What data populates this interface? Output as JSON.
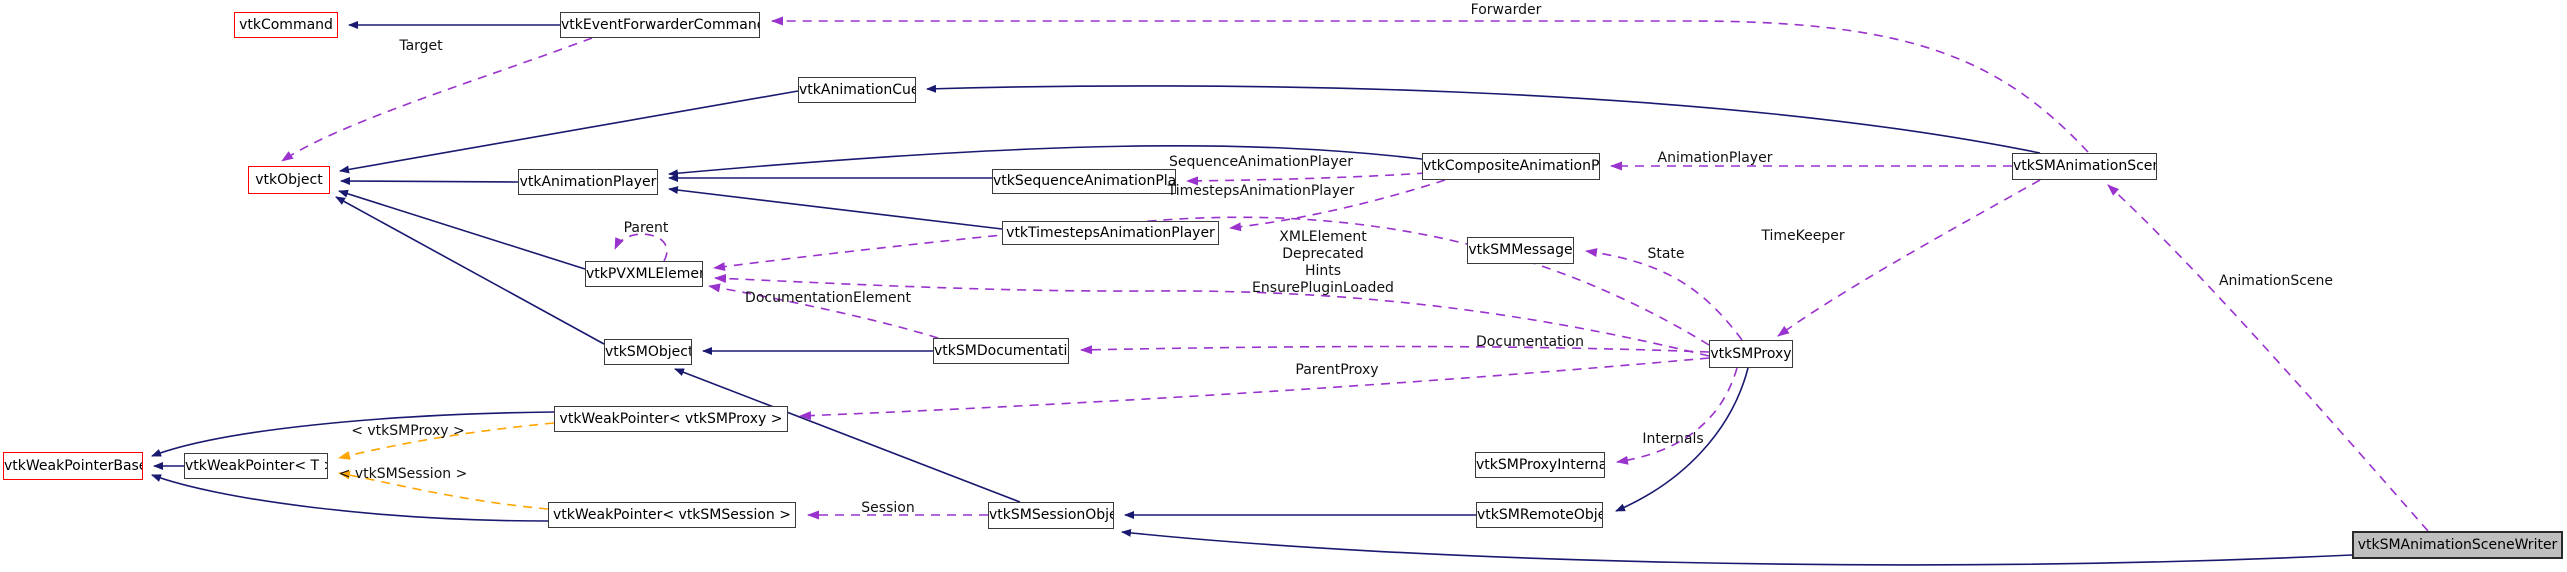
{
  "diagram": {
    "kind": "class-collaboration-graph",
    "colors": {
      "inherit": "#191970",
      "usage": "#9a32cd",
      "template": "#ffa500",
      "highlight": "#ff0000",
      "current-fill": "#bfbfbf"
    },
    "nodes": [
      {
        "label": "vtkCommand",
        "style": "red"
      },
      {
        "label": "vtkEventForwarderCommand",
        "style": "normal"
      },
      {
        "label": "vtkAnimationCue",
        "style": "normal"
      },
      {
        "label": "vtkObject",
        "style": "red"
      },
      {
        "label": "vtkAnimationPlayer",
        "style": "normal"
      },
      {
        "label": "vtkSequenceAnimationPlayer",
        "style": "normal"
      },
      {
        "label": "vtkTimestepsAnimationPlayer",
        "style": "normal"
      },
      {
        "label": "vtkCompositeAnimationPlayer",
        "style": "normal"
      },
      {
        "label": "vtkSMAnimationScene",
        "style": "normal"
      },
      {
        "label": "vtkSMMessage",
        "style": "normal"
      },
      {
        "label": "vtkPVXMLElement",
        "style": "normal"
      },
      {
        "label": "vtkSMObject",
        "style": "normal"
      },
      {
        "label": "vtkSMDocumentation",
        "style": "normal"
      },
      {
        "label": "vtkSMProxy",
        "style": "normal"
      },
      {
        "label": "vtkWeakPointerBase",
        "style": "red"
      },
      {
        "label": "vtkWeakPointer< T >",
        "style": "normal"
      },
      {
        "label": "vtkWeakPointer< vtkSMProxy >",
        "style": "normal"
      },
      {
        "label": "vtkWeakPointer< vtkSMSession >",
        "style": "normal"
      },
      {
        "label": "vtkSMProxyInternals",
        "style": "normal"
      },
      {
        "label": "vtkSMRemoteObject",
        "style": "normal"
      },
      {
        "label": "vtkSMSessionObject",
        "style": "normal"
      },
      {
        "label": "vtkSMAnimationSceneWriter",
        "style": "current"
      }
    ],
    "edge_labels": [
      {
        "text": "Target"
      },
      {
        "text": "Forwarder"
      },
      {
        "text": "SequenceAnimationPlayer"
      },
      {
        "text": "TimestepsAnimationPlayer"
      },
      {
        "text": "AnimationPlayer"
      },
      {
        "text": "Parent"
      },
      {
        "text": "XMLElement"
      },
      {
        "text": "Deprecated"
      },
      {
        "text": "Hints"
      },
      {
        "text": "EnsurePluginLoaded"
      },
      {
        "text": "State"
      },
      {
        "text": "TimeKeeper"
      },
      {
        "text": "DocumentationElement"
      },
      {
        "text": "Documentation"
      },
      {
        "text": "AnimationScene"
      },
      {
        "text": "ParentProxy"
      },
      {
        "text": "Internals"
      },
      {
        "text": "< vtkSMProxy >"
      },
      {
        "text": "< vtkSMSession >"
      },
      {
        "text": "Session"
      }
    ]
  }
}
